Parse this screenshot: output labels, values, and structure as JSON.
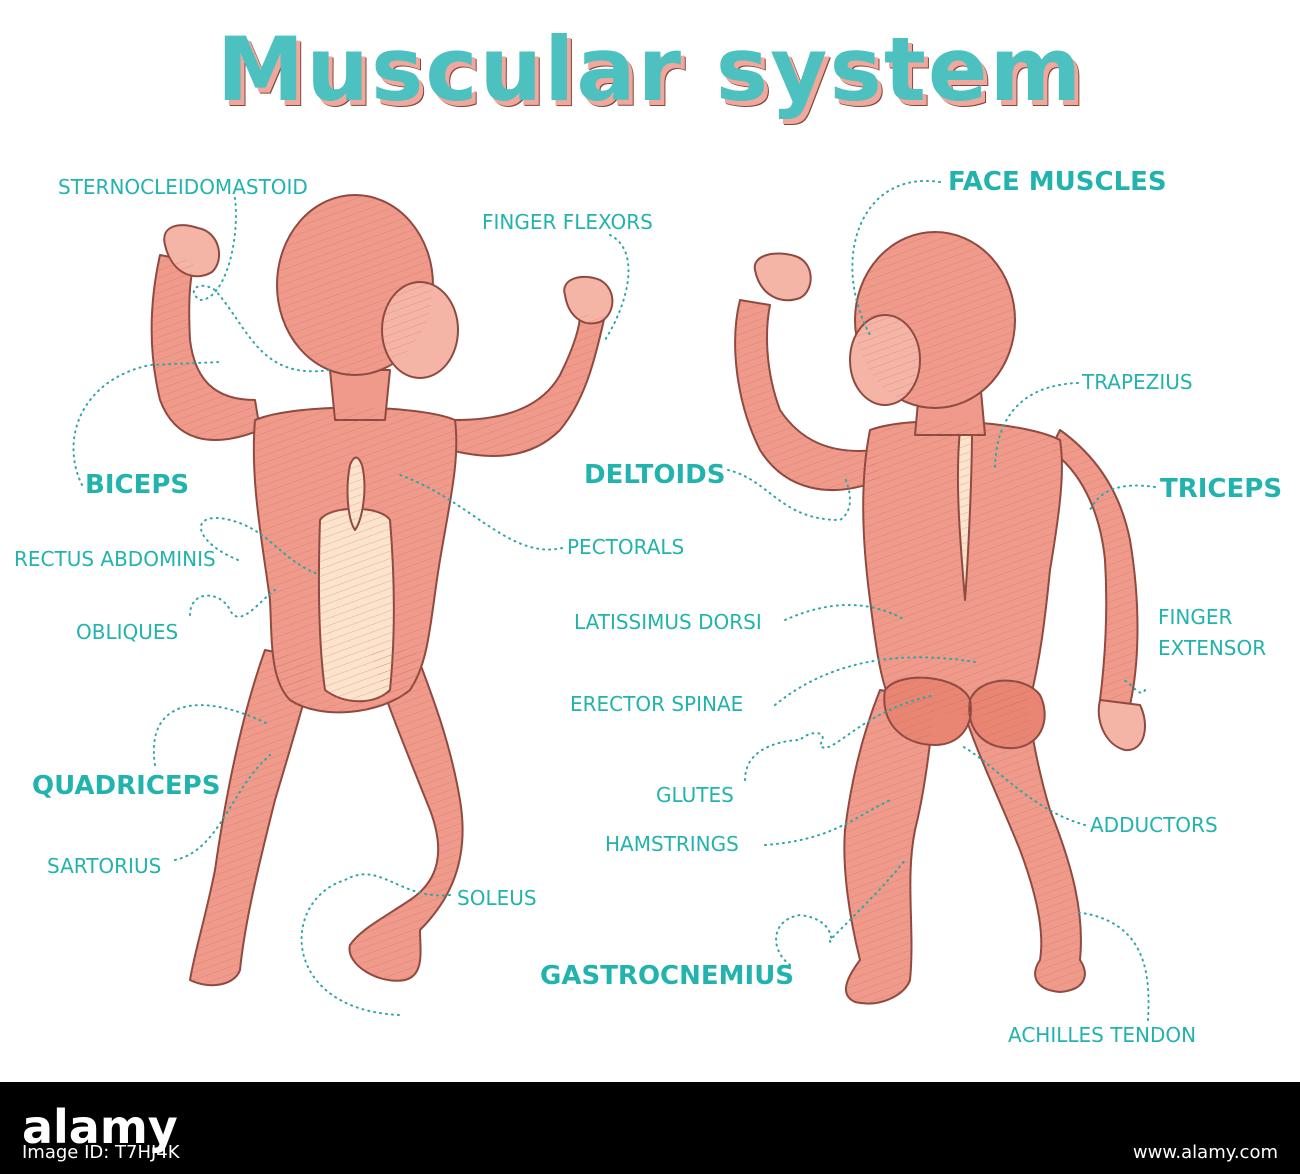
{
  "title": "Muscular system",
  "colors": {
    "title_fill": "#4cc1c0",
    "title_shadow": "#f1a79b",
    "label": "#22b3ae",
    "muscle": "#ef9a8a",
    "muscle_dark": "#c8695a",
    "tendon": "#fbe3cc",
    "leader": "#2aa7a6"
  },
  "labels": {
    "sternocleidomastoid": "STERNOCLEIDOMASTOID",
    "finger_flexors": "FINGER FLEXORS",
    "biceps": "BICEPS",
    "rectus_abdominis": "RECTUS ABDOMINIS",
    "obliques": "OBLIQUES",
    "pectorals": "PECTORALS",
    "quadriceps": "QUADRICEPS",
    "sartorius": "SARTORIUS",
    "soleus": "SOLEUS",
    "face_muscles": "FACE MUSCLES",
    "trapezius": "TRAPEZIUS",
    "deltoids": "DELTOIDS",
    "triceps": "TRICEPS",
    "latissimus_dorsi": "LATISSIMUS DORSI",
    "finger_extensor_1": "FINGER",
    "finger_extensor_2": "EXTENSOR",
    "erector_spinae": "ERECTOR SPINAE",
    "glutes": "GLUTES",
    "hamstrings": "HAMSTRINGS",
    "adductors": "ADDUCTORS",
    "gastrocnemius": "GASTROCNEMIUS",
    "achilles_tendon": "ACHILLES TENDON"
  },
  "footer": {
    "logo": "alamy",
    "image_id": "Image ID: T7HJ4K",
    "site": "www.alamy.com"
  }
}
